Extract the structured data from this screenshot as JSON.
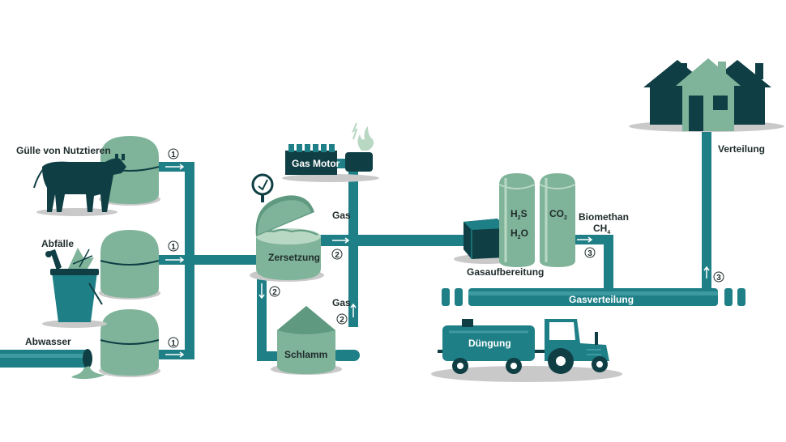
{
  "colors": {
    "dark": "#0f3f44",
    "pipe": "#1f7f86",
    "pipe_light": "#3d9aa0",
    "green": "#7fb49a",
    "green_dark": "#5f9a80",
    "green_light": "#b9d8c4",
    "shadow": "#c9c9c9",
    "text": "#1f2b2b"
  },
  "inputs": {
    "cattle": "Gülle von Nutztieren",
    "waste": "Abfälle",
    "sewage": "Abwasser"
  },
  "stages": {
    "digestion": "Zersetzung",
    "sludge": "Schlamm",
    "gas_motor": "Gas Motor",
    "gas_upper": "Gas",
    "gas_lower": "Gas",
    "gas_processing": "Gasaufbereitung",
    "h2s_main": "H",
    "h2s_sub": "2",
    "h2s_tail": "S",
    "h2o_main": "H",
    "h2o_sub": "2",
    "h2o_tail": "O",
    "co2_main": "CO",
    "co2_sub": "2",
    "biomethane": "Biomethan",
    "ch4_main": "CH",
    "ch4_sub": "4",
    "distribution_pipe": "Gasverteilung",
    "distribution": "Verteilung",
    "fertilizing": "Düngung"
  },
  "step_markers": {
    "s1a": "1",
    "s1b": "1",
    "s1c": "1",
    "s2a": "2",
    "s2b": "2",
    "s2c": "2",
    "s3a": "3",
    "s3b": "3"
  }
}
